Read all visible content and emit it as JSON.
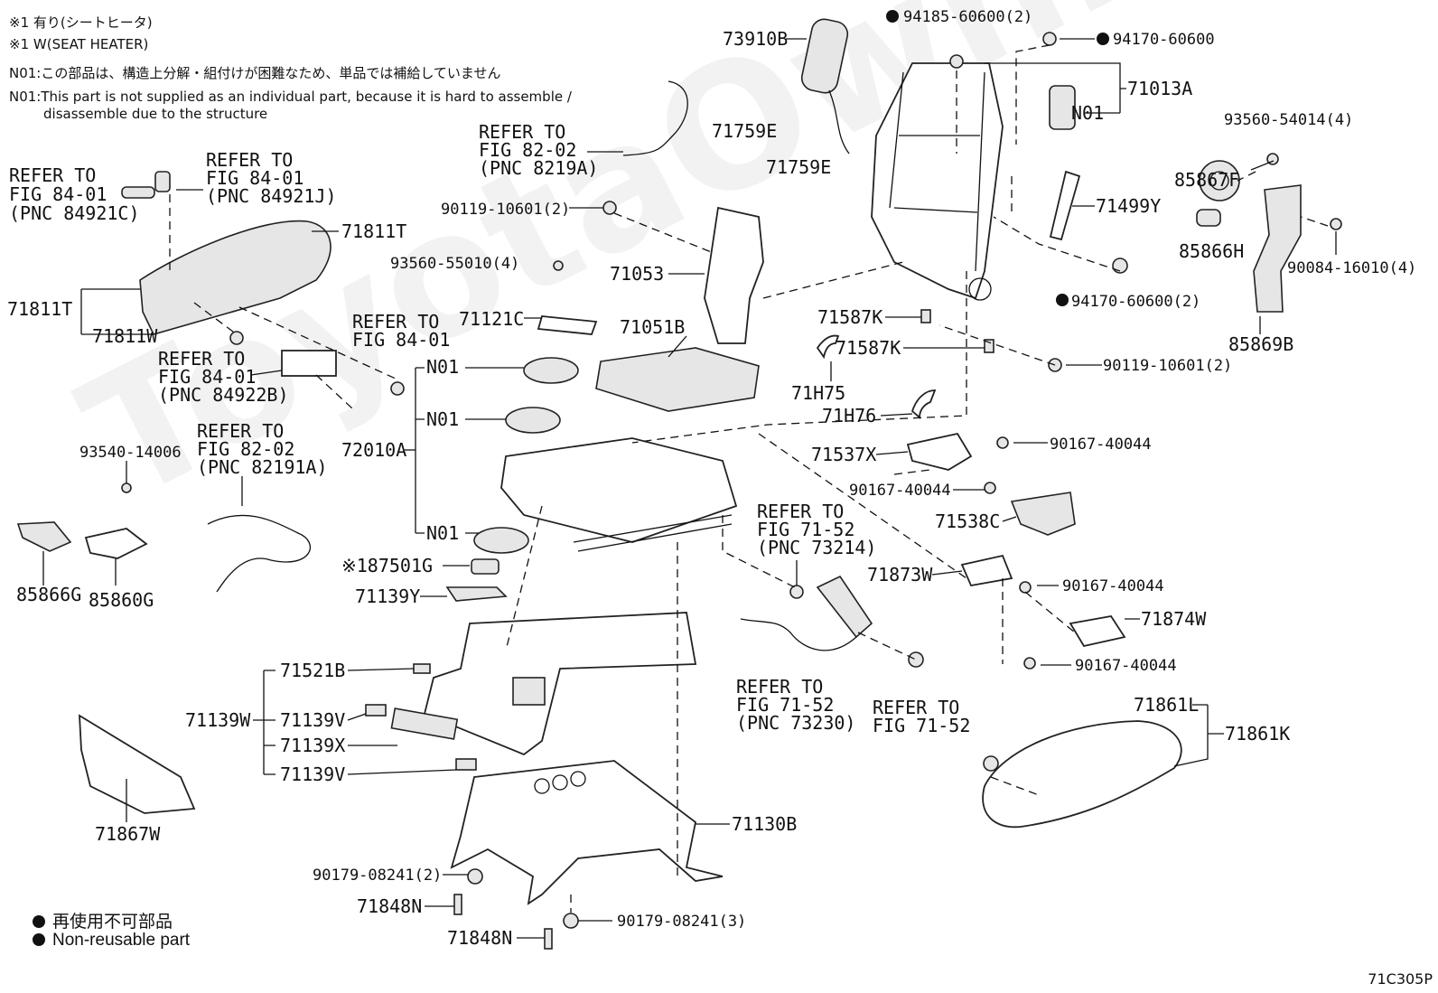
{
  "notes": {
    "line1": "※1 有り(シートヒータ)",
    "line2": "※1 W(SEAT HEATER)",
    "line3": "N01:この部品は、構造上分解・組付けが困難なため、単品では補給していません",
    "line4": "N01:This part is not supplied as an individual part, because it is hard to assemble /",
    "line5": "disassemble due to the structure"
  },
  "legend": {
    "jp": "再使用不可部品",
    "en": "Non-reusable part"
  },
  "figure_id": "71C305P",
  "watermark": "ToyotaOwnMe.ru",
  "refs": {
    "r84921c": [
      "REFER TO",
      "FIG 84-01",
      "(PNC 84921C)"
    ],
    "r84921j": [
      "REFER TO",
      "FIG 84-01",
      "(PNC 84921J)"
    ],
    "r84922b": [
      "REFER TO",
      "FIG 84-01",
      "(PNC 84922B)"
    ],
    "r8401": [
      "REFER TO",
      "FIG 84-01"
    ],
    "r8219a": [
      "REFER TO",
      "FIG 82-02",
      "(PNC 8219A)"
    ],
    "r82191a": [
      "REFER TO",
      "FIG 82-02",
      "(PNC 82191A)"
    ],
    "r73214": [
      "REFER TO",
      "FIG 71-52",
      "(PNC 73214)"
    ],
    "r73230": [
      "REFER TO",
      "FIG 71-52",
      "(PNC 73230)"
    ],
    "r7152": [
      "REFER TO",
      "FIG 71-52"
    ]
  },
  "labels": {
    "p73910B": "73910B",
    "p94185": "94185-60600(2)",
    "p94170a": "94170-60600",
    "p71013A": "71013A",
    "pN01top": "N01",
    "p93560_54014": "93560-54014(4)",
    "p85867F": "85867F",
    "p71499Y": "71499Y",
    "p85866H": "85866H",
    "p90084": "90084-16010(4)",
    "p94170b": "94170-60600(2)",
    "p85869B": "85869B",
    "p71759E1": "71759E",
    "p71759E2": "71759E",
    "p90119a": "90119-10601(2)",
    "p71053": "71053",
    "p93560_55010": "93560-55010(4)",
    "p71121C": "71121C",
    "p71051B": "71051B",
    "p71587K1": "71587K",
    "p71587K2": "71587K",
    "p90119b": "90119-10601(2)",
    "p71H75": "71H75",
    "p71H76": "71H76",
    "p71811T1": "71811T",
    "p71811T2": "71811T",
    "p71811W": "71811W",
    "pN01a": "N01",
    "pN01b": "N01",
    "pN01c": "N01",
    "p72010A": "72010A",
    "p71537X": "71537X",
    "p90167a": "90167-40044",
    "p90167b": "90167-40044",
    "p71538C": "71538C",
    "p93540": "93540-14006",
    "p85866G": "85866G",
    "p85860G": "85860G",
    "p187501G": "※187501G",
    "p71139Y": "71139Y",
    "p71873W": "71873W",
    "p90167c": "90167-40044",
    "p71874W": "71874W",
    "p90167d": "90167-40044",
    "p71521B": "71521B",
    "p71139W": "71139W",
    "p71139V1": "71139V",
    "p71139X": "71139X",
    "p71139V2": "71139V",
    "p71861L": "71861L",
    "p71861K": "71861K",
    "p71867W": "71867W",
    "p71130B": "71130B",
    "p90179a": "90179-08241(2)",
    "p71848N1": "71848N",
    "p71848N2": "71848N",
    "p90179b": "90179-08241(3)"
  }
}
